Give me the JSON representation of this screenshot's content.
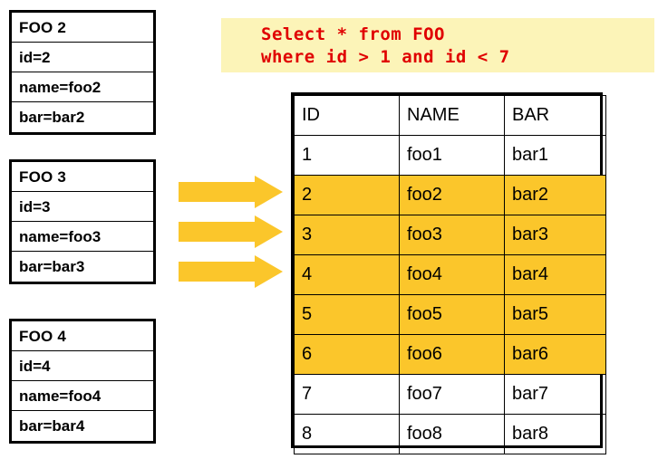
{
  "entity_cards": [
    {
      "title": "FOO 2",
      "fields": [
        "id=2",
        "name=foo2",
        "bar=bar2"
      ]
    },
    {
      "title": "FOO 3",
      "fields": [
        "id=3",
        "name=foo3",
        "bar=bar3"
      ]
    },
    {
      "title": "FOO 4",
      "fields": [
        "id=4",
        "name=foo4",
        "bar=bar4"
      ]
    }
  ],
  "arrows": [
    {
      "icon": "right-arrow-icon"
    },
    {
      "icon": "right-arrow-icon"
    },
    {
      "icon": "right-arrow-icon"
    }
  ],
  "sql_query": {
    "line1": "Select * from FOO",
    "line2": "where id > 1 and id < 7"
  },
  "result_table": {
    "columns": [
      "ID",
      "NAME",
      "BAR"
    ],
    "rows": [
      {
        "id": "1",
        "name": "foo1",
        "bar": "bar1",
        "highlighted": false
      },
      {
        "id": "2",
        "name": "foo2",
        "bar": "bar2",
        "highlighted": true
      },
      {
        "id": "3",
        "name": "foo3",
        "bar": "bar3",
        "highlighted": true
      },
      {
        "id": "4",
        "name": "foo4",
        "bar": "bar4",
        "highlighted": true
      },
      {
        "id": "5",
        "name": "foo5",
        "bar": "bar5",
        "highlighted": true
      },
      {
        "id": "6",
        "name": "foo6",
        "bar": "bar6",
        "highlighted": true
      },
      {
        "id": "7",
        "name": "foo7",
        "bar": "bar7",
        "highlighted": false
      },
      {
        "id": "8",
        "name": "foo8",
        "bar": "bar8",
        "highlighted": false
      }
    ]
  },
  "colors": {
    "highlight": "#fbc62b",
    "arrow": "#fbc62b",
    "sql_background": "#fcf4b8",
    "sql_text": "#e00000",
    "border": "#000000",
    "page_background": "#ffffff"
  }
}
